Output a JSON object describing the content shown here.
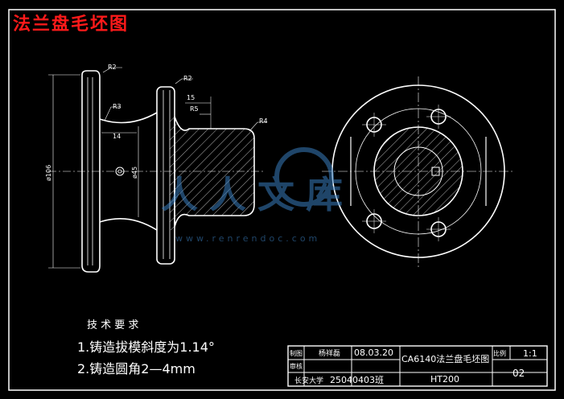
{
  "drawing_title": "法兰盘毛坯图",
  "dimensions": {
    "r_top_left": "R2",
    "r_top_mid": "R2",
    "r_small": "R3",
    "r_right": "R4",
    "r5": "R5",
    "dim_15": "15",
    "dim_14": "14",
    "dia_106": "ø106",
    "dia_45": "ø45"
  },
  "tech_requirements": {
    "heading": "技 术 要 求",
    "item1": "1.铸造拔模斜度为1.14°",
    "item2": "2.铸造圆角2—4mm"
  },
  "title_block": {
    "drawn_label": "制图",
    "checked_label": "审核",
    "drafter_name": "杨祥磊",
    "date": "08.03.20",
    "part_name": "CA6140法兰盘毛坯图",
    "scale_label": "比例",
    "scale_value": "1:1",
    "school": "长安大学",
    "class_code": "25040403班",
    "material": "HT200",
    "sheet_no": "02"
  },
  "watermark": {
    "text": "人人文库",
    "url": "www.renrendoc.com"
  },
  "colors": {
    "background": "#000000",
    "lines": "#ffffff",
    "title": "#ff1a1a",
    "watermark": "#3a7fbf"
  }
}
